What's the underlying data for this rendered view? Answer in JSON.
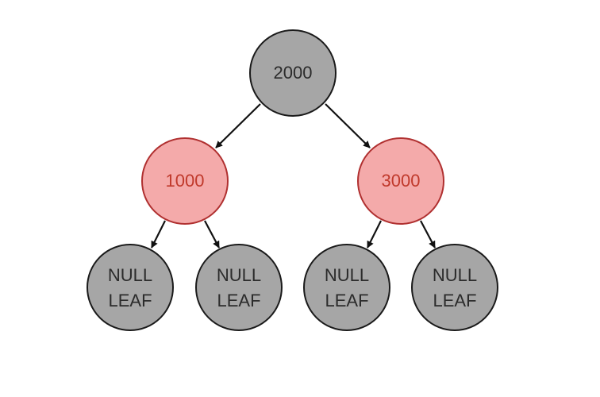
{
  "colors": {
    "background": "#ffffff",
    "black_node_fill": "#a6a6a6",
    "black_node_text": "#2b2b2b",
    "red_node_fill": "#f4aaaa",
    "red_node_stroke": "#b03030",
    "red_node_text": "#c0392b",
    "edge": "#111111"
  },
  "tree": {
    "root": {
      "label": "2000",
      "color": "black"
    },
    "left": {
      "label": "1000",
      "color": "red"
    },
    "right": {
      "label": "3000",
      "color": "red"
    },
    "left_left": {
      "line1": "NULL",
      "line2": "LEAF",
      "color": "black"
    },
    "left_right": {
      "line1": "NULL",
      "line2": "LEAF",
      "color": "black"
    },
    "right_left": {
      "line1": "NULL",
      "line2": "LEAF",
      "color": "black"
    },
    "right_right": {
      "line1": "NULL",
      "line2": "LEAF",
      "color": "black"
    }
  }
}
